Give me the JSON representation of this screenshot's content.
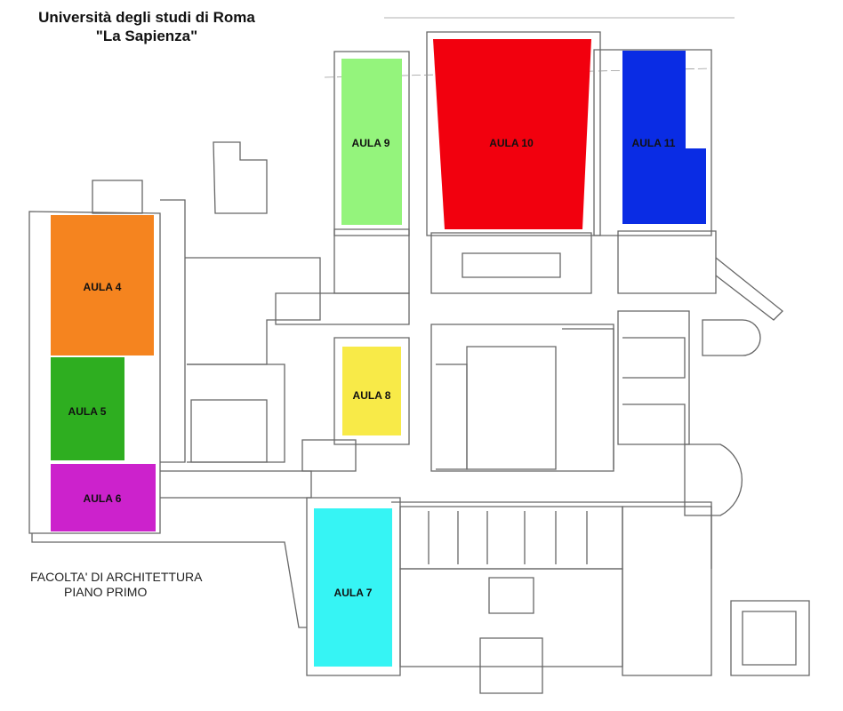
{
  "header": {
    "line1": "Università degli studi di Roma",
    "line2": "\"La Sapienza\""
  },
  "caption": {
    "line1": "FACOLTA' DI ARCHITETTURA",
    "line2": "PIANO PRIMO"
  },
  "rooms": [
    {
      "id": "aula-4",
      "label": "AULA 4",
      "color": "#f5841f"
    },
    {
      "id": "aula-5",
      "label": "AULA 5",
      "color": "#2eae20"
    },
    {
      "id": "aula-6",
      "label": "AULA 6",
      "color": "#cc22cc"
    },
    {
      "id": "aula-7",
      "label": "AULA 7",
      "color": "#36f4f4"
    },
    {
      "id": "aula-8",
      "label": "AULA 8",
      "color": "#f8ea48"
    },
    {
      "id": "aula-9",
      "label": "AULA 9",
      "color": "#94f47c"
    },
    {
      "id": "aula-10",
      "label": "AULA 10",
      "color": "#f2000e"
    },
    {
      "id": "aula-11",
      "label": "AULA 11",
      "color": "#0a2ce4"
    }
  ]
}
